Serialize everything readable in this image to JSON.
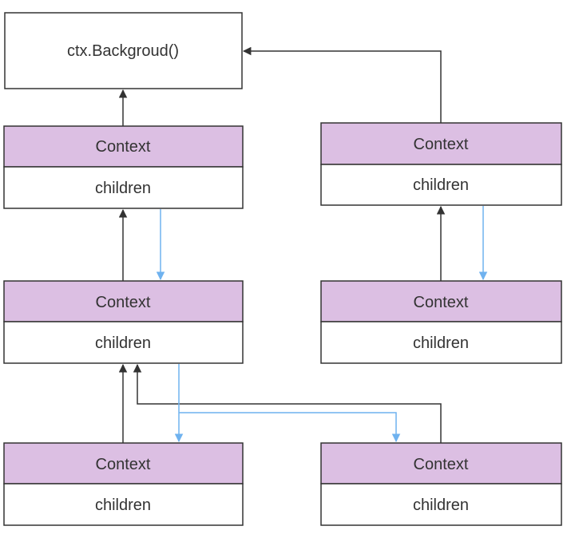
{
  "root": {
    "label": "ctx.Backgroud()"
  },
  "nodes": [
    {
      "id": "ctx-left-top",
      "title": "Context",
      "body": "children"
    },
    {
      "id": "ctx-right-top",
      "title": "Context",
      "body": "children"
    },
    {
      "id": "ctx-left-mid",
      "title": "Context",
      "body": "children"
    },
    {
      "id": "ctx-right-mid",
      "title": "Context",
      "body": "children"
    },
    {
      "id": "ctx-left-bottom",
      "title": "Context",
      "body": "children"
    },
    {
      "id": "ctx-right-bottom",
      "title": "Context",
      "body": "children"
    }
  ],
  "colors": {
    "header_fill": "#dcbfe3",
    "parent_arrow": "#333333",
    "children_arrow": "#6fb2ef",
    "border": "#333333"
  }
}
